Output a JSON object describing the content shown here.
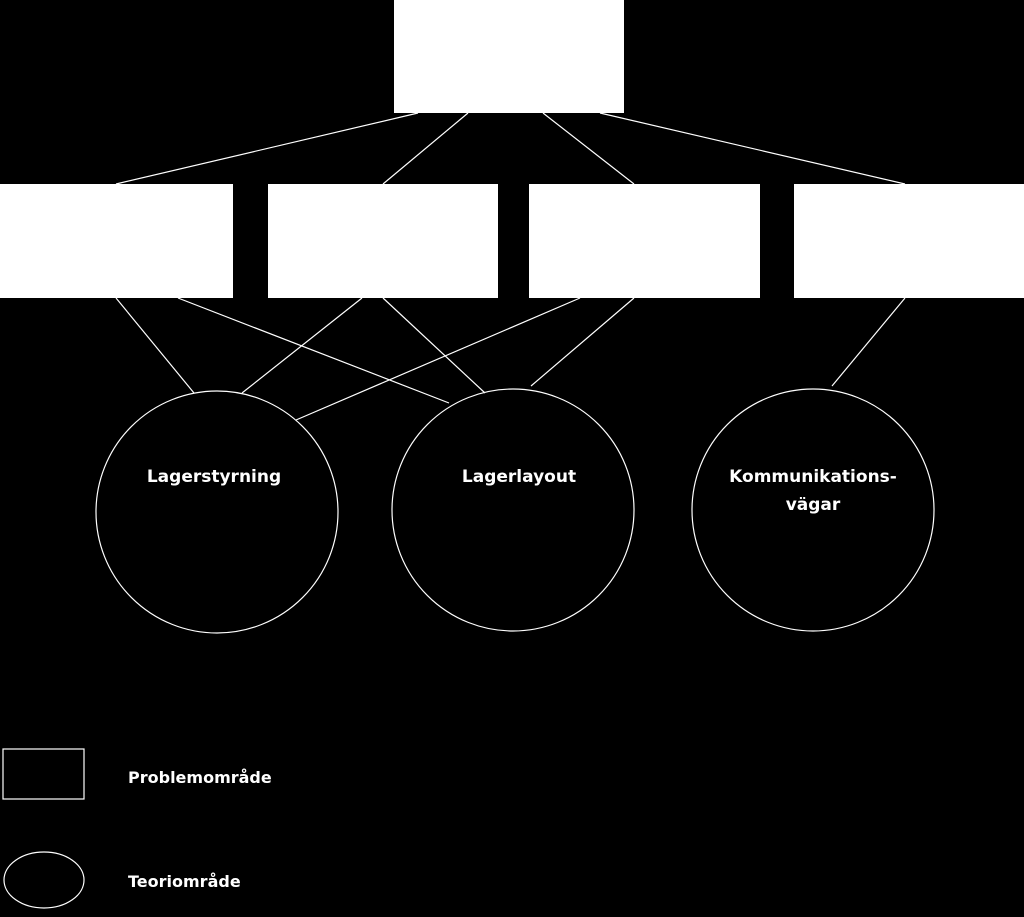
{
  "colors": {
    "background": "#000000",
    "foreground": "#ffffff"
  },
  "theories": {
    "lagerstyrning": "Lagerstyrning",
    "lagerlayout": "Lagerlayout",
    "kommunikation_line1": "Kommunikations-",
    "kommunikation_line2": "vägar"
  },
  "legend": {
    "problem_label": "Problemområde",
    "theory_label": "Teoriområde"
  }
}
